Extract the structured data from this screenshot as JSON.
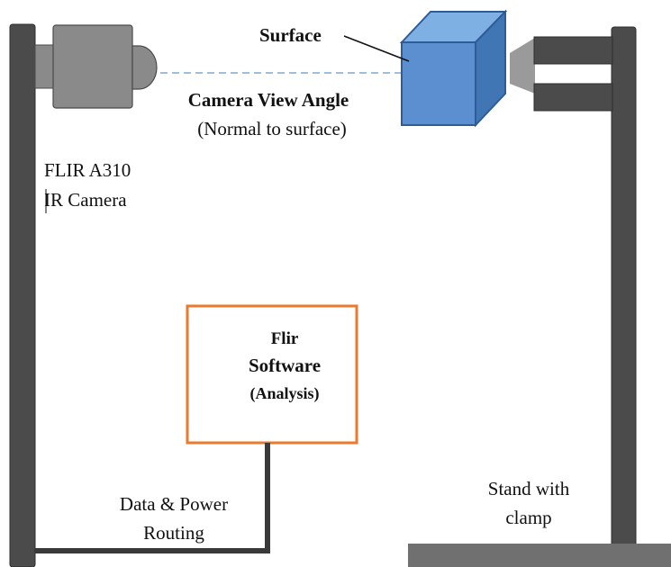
{
  "colors": {
    "post": "#4b4b4b",
    "camera": "#8a8a8a",
    "cube_front": "#5b8fd0",
    "cube_top": "#7eb0e4",
    "cube_side": "#4176b4",
    "cube_edge": "#2e5c98",
    "dashed_line": "#7fa8d4",
    "software_box": "#ec7a2e",
    "cable": "#3a3a3a",
    "base": "#707070"
  },
  "icons": {
    "camera": "ir-camera-icon",
    "surface": "surface-cube-icon",
    "clamp": "clamp-icon"
  },
  "labels": {
    "surface": "Surface",
    "view_angle_title": "Camera View Angle",
    "view_angle_note": "(Normal to surface)",
    "camera_model": "FLIR A310",
    "camera_type": "IR Camera",
    "software_line1": "Flir",
    "software_line2": "Software",
    "software_line3": "(Analysis)",
    "routing_line1": "Data & Power",
    "routing_line2": "Routing",
    "stand_line1": "Stand with",
    "stand_line2": "clamp"
  }
}
